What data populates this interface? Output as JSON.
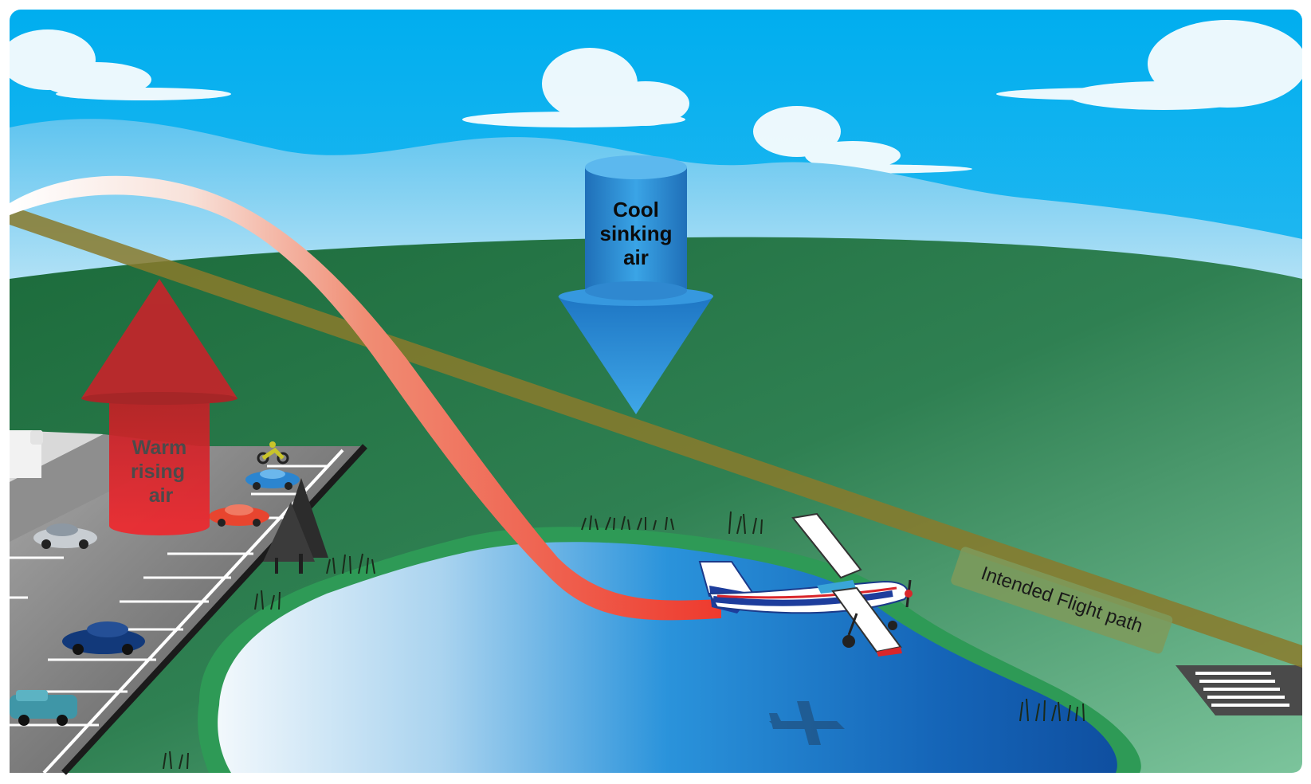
{
  "diagram": {
    "labels": {
      "warm_line1": "Warm",
      "warm_line2": "rising",
      "warm_line3": "air",
      "cool_line1": "Cool",
      "cool_line2": "sinking",
      "cool_line3": "air",
      "intended_path": "Intended Flight path"
    },
    "colors": {
      "sky_top": "#00aeef",
      "sky_bottom": "#8fd3f4",
      "ground_dark": "#1e7040",
      "ground_light": "#6fb98f",
      "lake": "#1e73c8",
      "warm_arrow": "#e32229",
      "cool_cylinder": "#2d8fd5",
      "flight_path": "#8a7a2c",
      "actual_path": "#ee6a52"
    }
  }
}
